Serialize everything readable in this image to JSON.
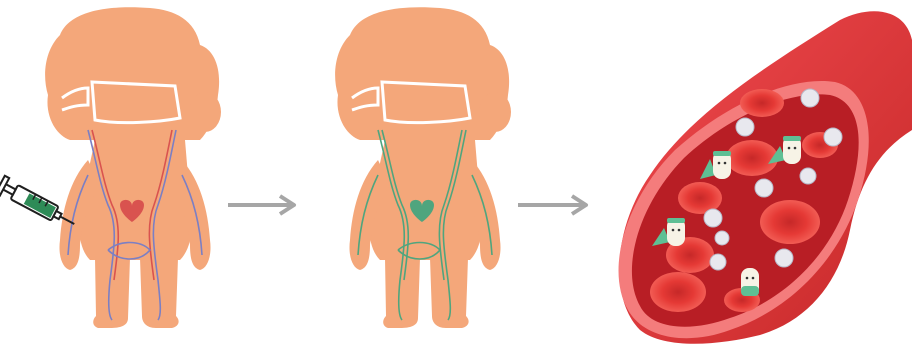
{
  "diagram": {
    "steps": [
      {
        "id": "injection",
        "icon": "syringe-icon"
      },
      {
        "id": "distribution",
        "icon": "circulatory-system-icon"
      },
      {
        "id": "blood-vessel",
        "icon": "blood-vessel-icon"
      }
    ],
    "connectors": [
      "arrow-right-icon",
      "arrow-right-icon"
    ],
    "colors": {
      "skin": "#F4A77A",
      "outline": "#FFFFFF",
      "vein_blue": "#7B7FC4",
      "artery_red": "#D9534F",
      "vein_green": "#4FA57E",
      "arrow": "#A6A6A6",
      "vessel_outer": "#E8383D",
      "vessel_inner": "#B81E25",
      "rbc": "#E53935",
      "wbc": "#E8E8EE",
      "nanobot_body": "#F7F3E6",
      "nanobot_cape": "#5FBF94",
      "syringe": "#2E8B57"
    }
  }
}
